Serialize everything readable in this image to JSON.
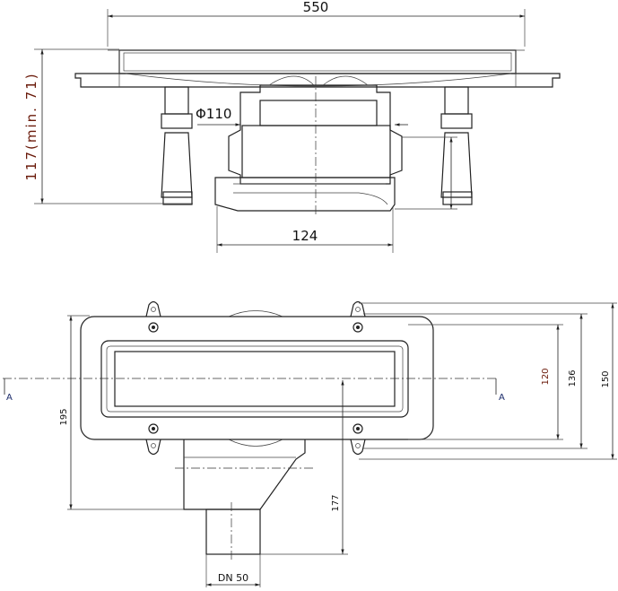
{
  "side_view": {
    "width_label": "550",
    "height_label": "117(min. 71)",
    "pipe_diameter_label": "Φ110",
    "outlet_width_label": "124"
  },
  "plan_view": {
    "section_mark_left": "A",
    "section_mark_right": "A",
    "overall_length_label": "195",
    "outlet_offset_label": "177",
    "outlet_size_label": "DN 50",
    "inner_width_label": "120",
    "frame_width_label": "136",
    "outer_width_label": "150"
  }
}
